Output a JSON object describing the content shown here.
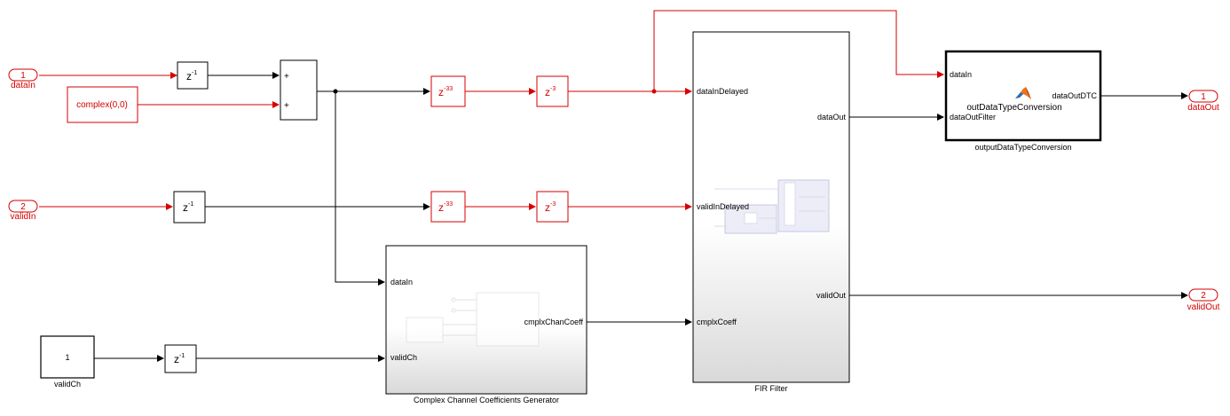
{
  "inports": [
    {
      "number": "1",
      "name": "dataIn"
    },
    {
      "number": "2",
      "name": "validIn"
    }
  ],
  "outports": [
    {
      "number": "1",
      "name": "dataOut"
    },
    {
      "number": "2",
      "name": "validOut"
    }
  ],
  "constants": {
    "complex_value": "complex(0,0)",
    "validch_value": "1",
    "validch_name": "validCh"
  },
  "delays": {
    "z1_base": "z",
    "z1_exp": "-1",
    "z33_base": "z",
    "z33_exp": "-33",
    "z3_base": "z",
    "z3_exp": "-3"
  },
  "sum": {
    "sign1": "+",
    "sign2": "+"
  },
  "coeff_gen": {
    "title": "Complex Channel Coefficients Generator",
    "in1": "dataIn",
    "in2": "validCh",
    "out1": "cmplxChanCoeff"
  },
  "fir": {
    "title": "FIR Filter",
    "in1": "dataInDelayed",
    "in2": "validInDelayed",
    "in3": "cmplxCoeff",
    "out1": "dataOut",
    "out2": "validOut"
  },
  "dtc": {
    "title": "outputDataTypeConversion",
    "function_name": "outDataTypeConversion",
    "in1": "dataIn",
    "in2": "dataOutFilter",
    "out1": "dataOutDTC"
  },
  "colors": {
    "signal_red": "#d60000",
    "signal_black": "#000000",
    "preview_blue": "#e7e7f6"
  },
  "icons": {
    "matlab": "matlab-function-icon"
  }
}
